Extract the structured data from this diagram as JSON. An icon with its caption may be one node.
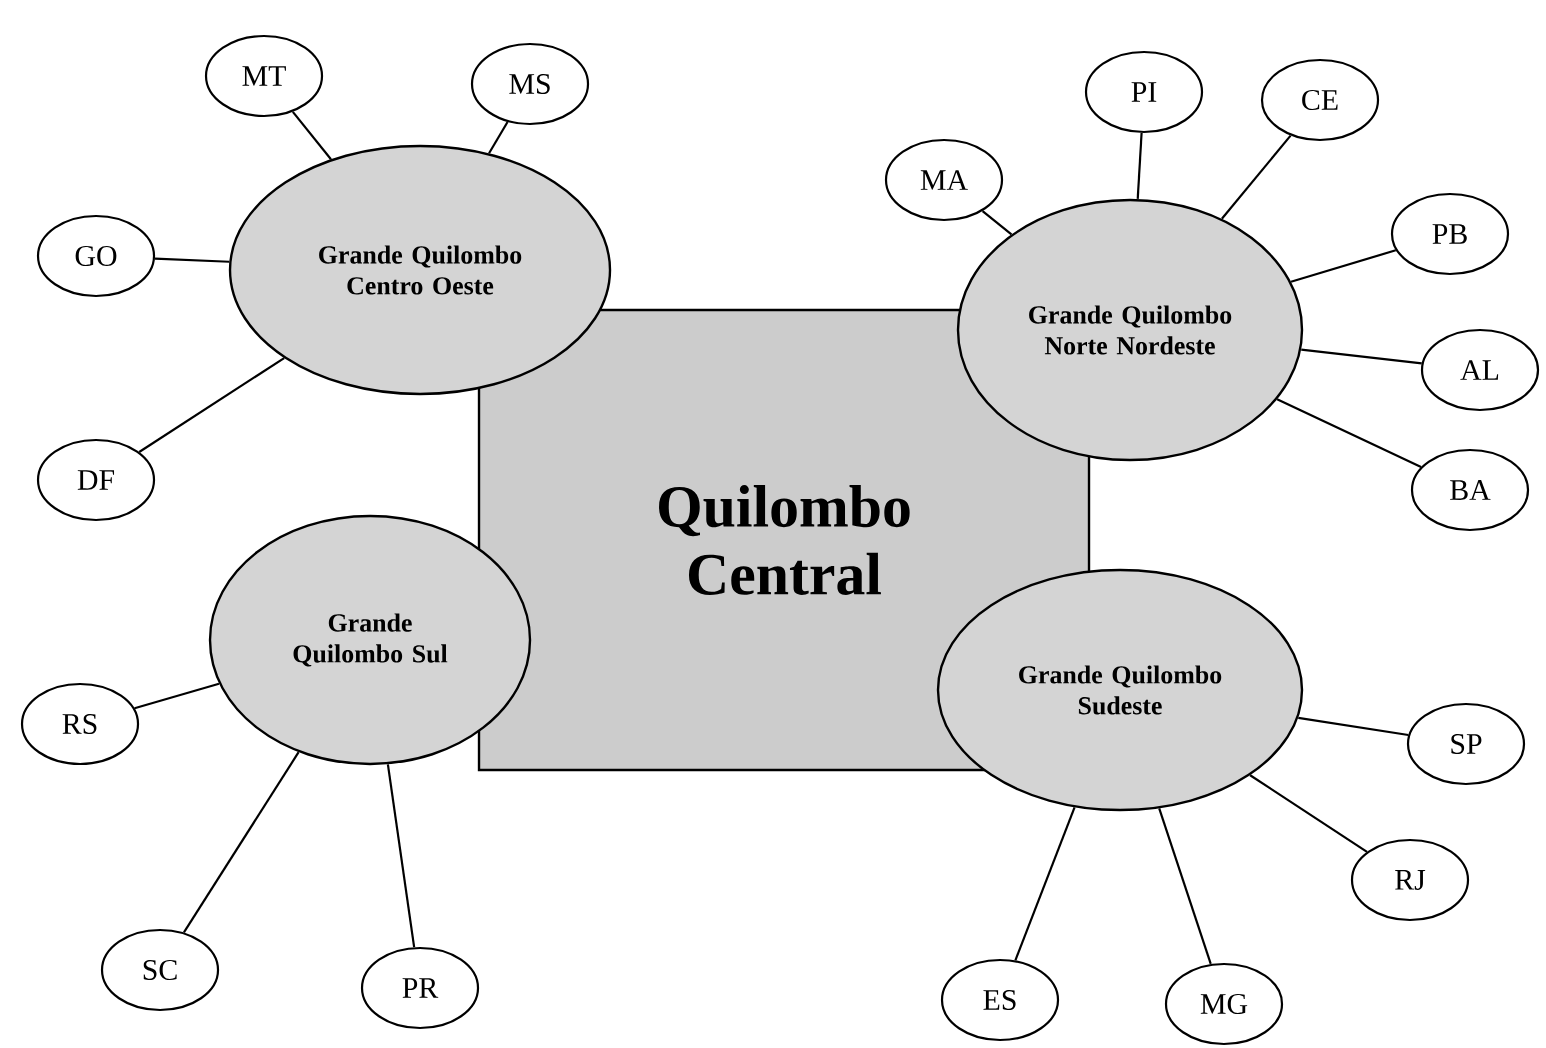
{
  "diagram": {
    "nodes": [
      {
        "text": [
          "Quilombo Central"
        ]
      },
      {
        "text": [
          "Grande Quilombo Centro Oeste"
        ]
      },
      {
        "text": [
          "MT"
        ]
      },
      {
        "text": [
          "MS"
        ]
      },
      {
        "text": [
          "GO"
        ]
      },
      {
        "text": [
          "DF"
        ]
      },
      {
        "text": [
          "Grande Quilombo Norte Nordeste"
        ]
      },
      {
        "text": [
          "MA"
        ]
      },
      {
        "text": [
          "PI"
        ]
      },
      {
        "text": [
          "CE"
        ]
      },
      {
        "text": [
          "PB"
        ]
      },
      {
        "text": [
          "AL"
        ]
      },
      {
        "text": [
          "BA"
        ]
      },
      {
        "text": [
          "Grande Quilombo Sul"
        ]
      },
      {
        "text": [
          "RS"
        ]
      },
      {
        "text": [
          "SC"
        ]
      },
      {
        "text": [
          "PR"
        ]
      },
      {
        "text": [
          "Grande Quilombo Sudeste"
        ]
      },
      {
        "text": [
          "SP"
        ]
      },
      {
        "text": [
          "RJ"
        ]
      },
      {
        "text": [
          "ES"
        ]
      },
      {
        "text": [
          "MG"
        ]
      }
    ],
    "edges": [
      {
        "from": 1,
        "to": 2,
        "arrow": "none"
      },
      {
        "from": 1,
        "to": 3,
        "arrow": "none"
      },
      {
        "from": 1,
        "to": 4,
        "arrow": "none"
      },
      {
        "from": 1,
        "to": 5,
        "arrow": "none"
      },
      {
        "from": 6,
        "to": 7,
        "arrow": "none"
      },
      {
        "from": 6,
        "to": 8,
        "arrow": "none"
      },
      {
        "from": 6,
        "to": 9,
        "arrow": "none"
      },
      {
        "from": 6,
        "to": 10,
        "arrow": "none"
      },
      {
        "from": 6,
        "to": 11,
        "arrow": "none"
      },
      {
        "from": 6,
        "to": 12,
        "arrow": "none"
      },
      {
        "from": 13,
        "to": 14,
        "arrow": "none"
      },
      {
        "from": 13,
        "to": 15,
        "arrow": "none"
      },
      {
        "from": 13,
        "to": 16,
        "arrow": "none"
      },
      {
        "from": 17,
        "to": 18,
        "arrow": "none"
      },
      {
        "from": 17,
        "to": 19,
        "arrow": "none"
      },
      {
        "from": 17,
        "to": 20,
        "arrow": "none"
      },
      {
        "from": 17,
        "to": 21,
        "arrow": "none"
      }
    ]
  }
}
